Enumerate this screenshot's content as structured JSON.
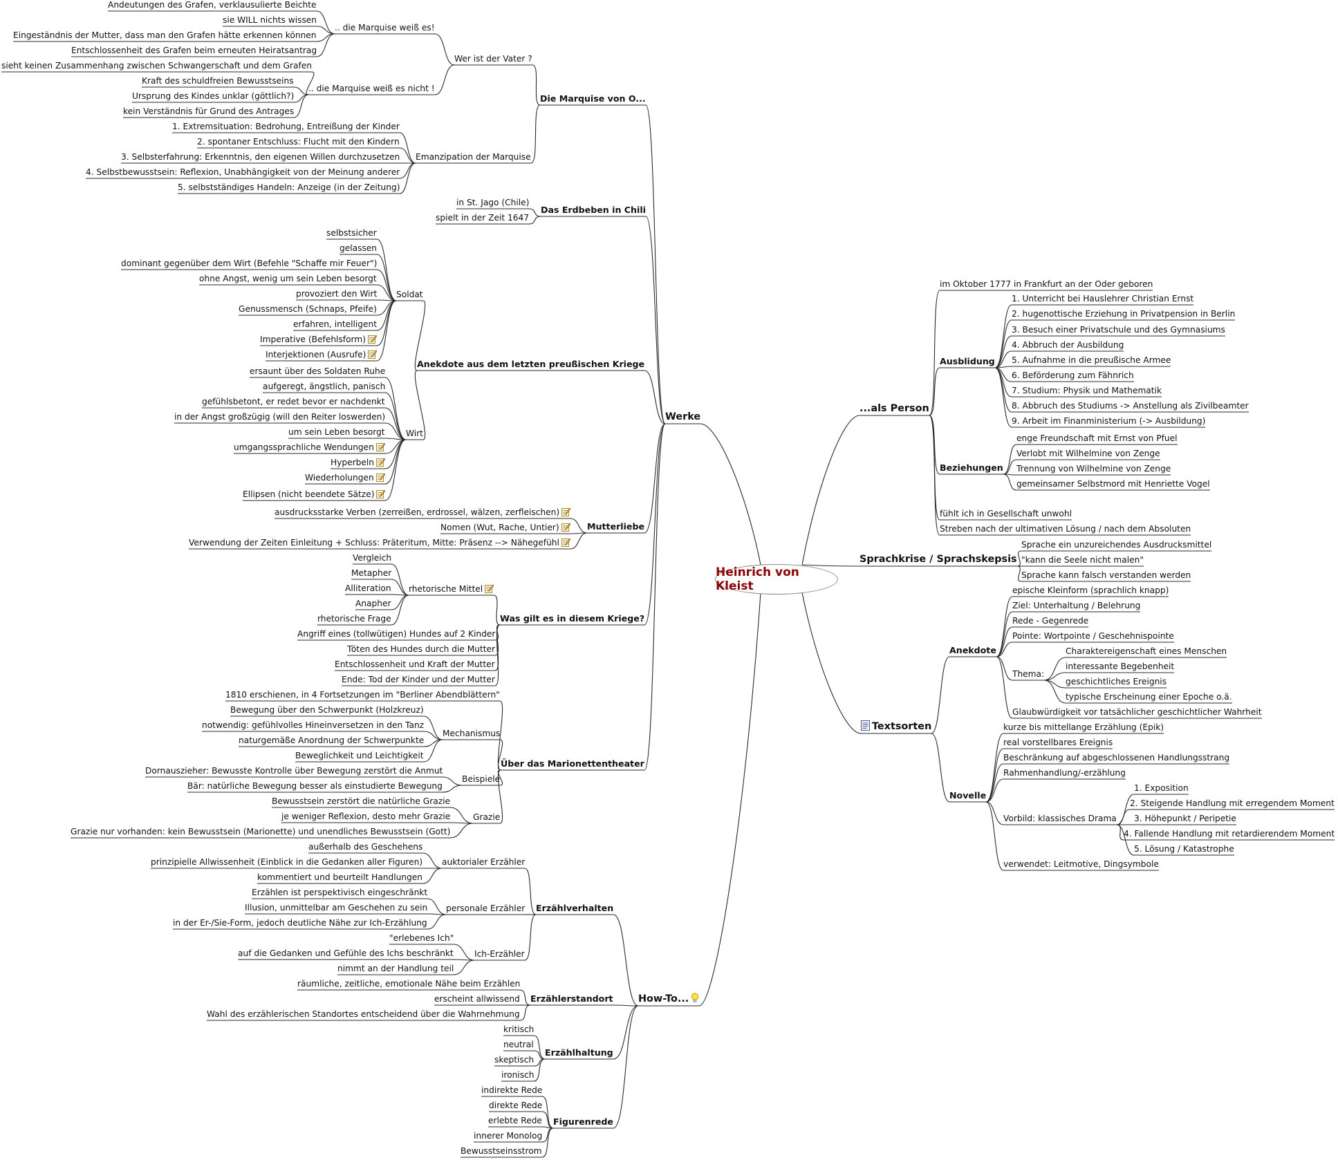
{
  "central": "Heinrich von Kleist",
  "nodes": [
    {
      "id": "werke",
      "text": "Werke",
      "parent": "central"
    },
    {
      "id": "marq",
      "text": "Die Marquise von O...",
      "parent": "werke"
    },
    {
      "id": "vater",
      "text": "Wer ist der Vater ?",
      "parent": "marq"
    },
    {
      "id": "weiss",
      "text": ".. die Marquise weiß es!",
      "parent": "vater"
    },
    {
      "id": "w1",
      "text": "Andeutungen des Grafen, verklausulierte Beichte",
      "parent": "weiss"
    },
    {
      "id": "w2",
      "text": "sie WILL nichts wissen",
      "parent": "weiss"
    },
    {
      "id": "w3",
      "text": "Eingeständnis der Mutter, dass man den Grafen hätte erkennen können",
      "parent": "weiss"
    },
    {
      "id": "w4",
      "text": "Entschlossenheit des Grafen beim erneuten Heiratsantrag",
      "parent": "weiss"
    },
    {
      "id": "nweiss",
      "text": ".. die Marquise weiß es nicht !",
      "parent": "vater"
    },
    {
      "id": "n1",
      "text": "sieht keinen Zusammenhang zwischen Schwangerschaft und dem Grafen",
      "parent": "nweiss"
    },
    {
      "id": "n2",
      "text": "Kraft des schuldfreien Bewusstseins",
      "parent": "nweiss"
    },
    {
      "id": "n3",
      "text": "Ursprung des Kindes unklar (göttlich?)",
      "parent": "nweiss"
    },
    {
      "id": "n4",
      "text": "kein Verständnis für Grund des Antrages",
      "parent": "nweiss"
    },
    {
      "id": "emanz",
      "text": "Emanzipation der Marquise",
      "parent": "marq"
    },
    {
      "id": "e1",
      "text": "1. Extremsituation: Bedrohung, Entreißung der Kinder",
      "parent": "emanz"
    },
    {
      "id": "e2",
      "text": "2. spontaner Entschluss: Flucht mit den Kindern",
      "parent": "emanz"
    },
    {
      "id": "e3",
      "text": "3. Selbsterfahrung: Erkenntnis, den eigenen Willen durchzusetzen",
      "parent": "emanz"
    },
    {
      "id": "e4",
      "text": "4. Selbstbewusstsein: Reflexion, Unabhängigkeit von der Meinung anderer",
      "parent": "emanz"
    },
    {
      "id": "e5",
      "text": "5. selbstständiges Handeln: Anzeige (in der Zeitung)",
      "parent": "emanz"
    },
    {
      "id": "erdb",
      "text": "Das Erdbeben in Chili",
      "parent": "werke"
    },
    {
      "id": "eb1",
      "text": "in St. Jago (Chile)",
      "parent": "erdb"
    },
    {
      "id": "eb2",
      "text": "spielt in der Zeit 1647",
      "parent": "erdb"
    },
    {
      "id": "anek",
      "text": "Anekdote aus dem letzten preußischen Kriege",
      "parent": "werke"
    },
    {
      "id": "sold",
      "text": "Soldat",
      "parent": "anek"
    },
    {
      "id": "s1",
      "text": "selbstsicher",
      "parent": "sold"
    },
    {
      "id": "s2",
      "text": "gelassen",
      "parent": "sold"
    },
    {
      "id": "s3",
      "text": "dominant gegenüber dem Wirt (Befehle \"Schaffe mir Feuer\")",
      "parent": "sold"
    },
    {
      "id": "s4",
      "text": "ohne Angst, wenig um sein Leben besorgt",
      "parent": "sold"
    },
    {
      "id": "s5",
      "text": "provoziert den Wirt",
      "parent": "sold"
    },
    {
      "id": "s6",
      "text": "Genussmensch (Schnaps, Pfeife)",
      "parent": "sold"
    },
    {
      "id": "s7",
      "text": "erfahren, intelligent",
      "parent": "sold"
    },
    {
      "id": "s8",
      "text": "Imperative (Befehlsform)",
      "parent": "sold",
      "icon": "note"
    },
    {
      "id": "s9",
      "text": "Interjektionen (Ausrufe)",
      "parent": "sold",
      "icon": "note"
    },
    {
      "id": "wirt",
      "text": "Wirt",
      "parent": "anek"
    },
    {
      "id": "wi1",
      "text": "ersaunt über des Soldaten Ruhe",
      "parent": "wirt"
    },
    {
      "id": "wi2",
      "text": "aufgeregt, ängstlich, panisch",
      "parent": "wirt"
    },
    {
      "id": "wi3",
      "text": "gefühlsbetont, er redet bevor er nachdenkt",
      "parent": "wirt"
    },
    {
      "id": "wi4",
      "text": "in der Angst großzügig (will den Reiter loswerden)",
      "parent": "wirt"
    },
    {
      "id": "wi5",
      "text": "um sein Leben besorgt",
      "parent": "wirt"
    },
    {
      "id": "wi6",
      "text": "umgangssprachliche Wendungen",
      "parent": "wirt",
      "icon": "note"
    },
    {
      "id": "wi7",
      "text": "Hyperbeln",
      "parent": "wirt",
      "icon": "note"
    },
    {
      "id": "wi8",
      "text": "Wiederholungen",
      "parent": "wirt",
      "icon": "note"
    },
    {
      "id": "wi9",
      "text": "Ellipsen (nicht beendete Sätze)",
      "parent": "wirt",
      "icon": "note"
    },
    {
      "id": "mutt",
      "text": "Mutterliebe",
      "parent": "werke"
    },
    {
      "id": "m1",
      "text": "ausdrucksstarke Verben (zerreißen, erdrossel, wälzen, zerfleischen)",
      "parent": "mutt",
      "icon": "note"
    },
    {
      "id": "m2",
      "text": "Nomen (Wut, Rache, Untier)",
      "parent": "mutt",
      "icon": "note"
    },
    {
      "id": "m3",
      "text": "Verwendung der Zeiten Einleitung + Schluss: Präteritum, Mitte: Präsenz  --> Nähegefühl",
      "parent": "mutt",
      "icon": "note"
    },
    {
      "id": "krieg",
      "text": "Was gilt es in diesem Kriege?",
      "parent": "werke"
    },
    {
      "id": "rhet",
      "text": "rhetorische Mittel",
      "parent": "krieg",
      "icon": "note"
    },
    {
      "id": "r1",
      "text": "Vergleich",
      "parent": "rhet"
    },
    {
      "id": "r2",
      "text": "Metapher",
      "parent": "rhet"
    },
    {
      "id": "r3",
      "text": "Alliteration",
      "parent": "rhet"
    },
    {
      "id": "r4",
      "text": "Anapher",
      "parent": "rhet"
    },
    {
      "id": "r5",
      "text": "rhetorische Frage",
      "parent": "rhet"
    },
    {
      "id": "k1",
      "text": "Angriff eines (tollwütigen) Hundes auf 2 Kinder",
      "parent": "krieg"
    },
    {
      "id": "k2",
      "text": "Töten des Hundes durch die Mutter",
      "parent": "krieg"
    },
    {
      "id": "k3",
      "text": "Entschlossenheit und Kraft der Mutter",
      "parent": "krieg"
    },
    {
      "id": "k4",
      "text": "Ende: Tod der Kinder und der Mutter",
      "parent": "krieg"
    },
    {
      "id": "mar",
      "text": "Über das Marionettentheater",
      "parent": "werke"
    },
    {
      "id": "ma0",
      "text": "1810 erschienen, in 4 Fortsetzungen im \"Berliner Abendblättern\"",
      "parent": "mar"
    },
    {
      "id": "mech",
      "text": "Mechanismus",
      "parent": "mar"
    },
    {
      "id": "me1",
      "text": "Bewegung über den Schwerpunkt (Holzkreuz)",
      "parent": "mech"
    },
    {
      "id": "me2",
      "text": "notwendig: gefühlvolles Hineinversetzen in den Tanz",
      "parent": "mech"
    },
    {
      "id": "me3",
      "text": "naturgemäße Anordnung der Schwerpunkte",
      "parent": "mech"
    },
    {
      "id": "me4",
      "text": "Beweglichkeit und Leichtigkeit",
      "parent": "mech"
    },
    {
      "id": "beis",
      "text": "Beispiele",
      "parent": "mar"
    },
    {
      "id": "b1",
      "text": "Dornauszieher: Bewusste Kontrolle über Bewegung zerstört die Anmut",
      "parent": "beis"
    },
    {
      "id": "b2",
      "text": "Bär: natürliche Bewegung besser als einstudierte Bewegung",
      "parent": "beis"
    },
    {
      "id": "graz",
      "text": "Grazie",
      "parent": "mar"
    },
    {
      "id": "g1",
      "text": "Bewusstsein zerstört die natürliche Grazie",
      "parent": "graz"
    },
    {
      "id": "g2",
      "text": "je weniger Reflexion, desto mehr Grazie",
      "parent": "graz"
    },
    {
      "id": "g3",
      "text": "Grazie nur vorhanden: kein Bewusstsein (Marionette) und unendliches Bewusstsein (Gott)",
      "parent": "graz"
    },
    {
      "id": "howto",
      "text": "How-To...",
      "parent": "central",
      "icon": "bulb"
    },
    {
      "id": "erzv",
      "text": "Erzählverhalten",
      "parent": "howto"
    },
    {
      "id": "auk",
      "text": "auktorialer Erzähler",
      "parent": "erzv"
    },
    {
      "id": "a1",
      "text": "außerhalb des Geschehens",
      "parent": "auk"
    },
    {
      "id": "a2",
      "text": "prinzipielle Allwissenheit (Einblick in die Gedanken aller Figuren)",
      "parent": "auk"
    },
    {
      "id": "a3",
      "text": "kommentiert und beurteilt Handlungen",
      "parent": "auk"
    },
    {
      "id": "pers",
      "text": "personale Erzähler",
      "parent": "erzv"
    },
    {
      "id": "p1",
      "text": "Erzählen ist perspektivisch eingeschränkt",
      "parent": "pers"
    },
    {
      "id": "p2",
      "text": "Illusion, unmittelbar am Geschehen zu sein",
      "parent": "pers"
    },
    {
      "id": "p3",
      "text": "in der Er-/Sie-Form, jedoch deutliche Nähe zur Ich-Erzählung",
      "parent": "pers"
    },
    {
      "id": "ich",
      "text": "Ich-Erzähler",
      "parent": "erzv"
    },
    {
      "id": "i1",
      "text": "\"erlebenes Ich\"",
      "parent": "ich"
    },
    {
      "id": "i2",
      "text": "auf die Gedanken und Gefühle des Ichs beschränkt",
      "parent": "ich"
    },
    {
      "id": "i3",
      "text": "nimmt an der Handlung teil",
      "parent": "ich"
    },
    {
      "id": "erzs",
      "text": "Erzählerstandort",
      "parent": "howto"
    },
    {
      "id": "es1",
      "text": "räumliche, zeitliche, emotionale Nähe beim Erzählen",
      "parent": "erzs"
    },
    {
      "id": "es2",
      "text": "erscheint allwissend",
      "parent": "erzs"
    },
    {
      "id": "es3",
      "text": "Wahl des erzählerischen Standortes entscheidend über die Wahrnehmung",
      "parent": "erzs"
    },
    {
      "id": "erzh",
      "text": "Erzählhaltung",
      "parent": "howto"
    },
    {
      "id": "h1",
      "text": "kritisch",
      "parent": "erzh"
    },
    {
      "id": "h2",
      "text": "neutral",
      "parent": "erzh"
    },
    {
      "id": "h3",
      "text": "skeptisch",
      "parent": "erzh"
    },
    {
      "id": "h4",
      "text": "ironisch",
      "parent": "erzh"
    },
    {
      "id": "fig",
      "text": "Figurenrede",
      "parent": "howto"
    },
    {
      "id": "f1",
      "text": "indirekte Rede",
      "parent": "fig"
    },
    {
      "id": "f2",
      "text": "direkte Rede",
      "parent": "fig"
    },
    {
      "id": "f3",
      "text": "erlebte Rede",
      "parent": "fig"
    },
    {
      "id": "f4",
      "text": "innerer Monolog",
      "parent": "fig"
    },
    {
      "id": "f5",
      "text": "Bewusstseinsstrom",
      "parent": "fig"
    },
    {
      "id": "pers2",
      "text": "...als Person",
      "parent": "central"
    },
    {
      "id": "ap0",
      "text": "im Oktober 1777 in Frankfurt an der Oder geboren",
      "parent": "pers2"
    },
    {
      "id": "ausb",
      "text": "Ausblidung",
      "parent": "pers2"
    },
    {
      "id": "au1",
      "text": "1. Unterricht bei Hauslehrer Christian Ernst",
      "parent": "ausb"
    },
    {
      "id": "au2",
      "text": "2. hugenottische Erziehung in Privatpension in Berlin",
      "parent": "ausb"
    },
    {
      "id": "au3",
      "text": "3. Besuch einer Privatschule und des Gymnasiums",
      "parent": "ausb"
    },
    {
      "id": "au4",
      "text": "4. Abbruch der Ausbildung",
      "parent": "ausb"
    },
    {
      "id": "au5",
      "text": "5. Aufnahme in die preußische Armee",
      "parent": "ausb"
    },
    {
      "id": "au6",
      "text": "6. Beförderung zum Fähnrich",
      "parent": "ausb"
    },
    {
      "id": "au7",
      "text": "7. Studium: Physik und Mathematik",
      "parent": "ausb"
    },
    {
      "id": "au8",
      "text": "8. Abbruch des Studiums -> Anstellung als Zivilbeamter",
      "parent": "ausb"
    },
    {
      "id": "au9",
      "text": "9. Arbeit im Finanministerium (-> Ausbildung)",
      "parent": "ausb"
    },
    {
      "id": "bez",
      "text": "Beziehungen",
      "parent": "pers2"
    },
    {
      "id": "bz1",
      "text": "enge Freundschaft mit Ernst von Pfuel",
      "parent": "bez"
    },
    {
      "id": "bz2",
      "text": "Verlobt mit Wilhelmine von Zenge",
      "parent": "bez"
    },
    {
      "id": "bz3",
      "text": "Trennung von Wilhelmine von Zenge",
      "parent": "bez"
    },
    {
      "id": "bz4",
      "text": "gemeinsamer Selbstmord mit Henriette Vogel",
      "parent": "bez"
    },
    {
      "id": "ap1",
      "text": "fühlt ich in Gesellschaft unwohl",
      "parent": "pers2"
    },
    {
      "id": "ap2",
      "text": "Streben nach der ultimativen Lösung / nach dem Absoluten",
      "parent": "pers2"
    },
    {
      "id": "spra",
      "text": "Sprachkrise / Sprachskepsis",
      "parent": "central"
    },
    {
      "id": "sp1",
      "text": "Sprache ein unzureichendes Ausdrucksmittel",
      "parent": "spra"
    },
    {
      "id": "sp2",
      "text": "\"kann die Seele nicht malen\"",
      "parent": "spra"
    },
    {
      "id": "sp3",
      "text": "Sprache kann falsch verstanden werden",
      "parent": "spra"
    },
    {
      "id": "text",
      "text": "Textsorten",
      "parent": "central",
      "icon": "doc"
    },
    {
      "id": "anek2",
      "text": "Anekdote",
      "parent": "text"
    },
    {
      "id": "an1",
      "text": "epische Kleinform (sprachlich knapp)",
      "parent": "anek2"
    },
    {
      "id": "an2",
      "text": "Ziel: Unterhaltung / Belehrung",
      "parent": "anek2"
    },
    {
      "id": "an3",
      "text": "Rede - Gegenrede",
      "parent": "anek2"
    },
    {
      "id": "an4",
      "text": "Pointe: Wortpointe / Geschehnispointe",
      "parent": "anek2"
    },
    {
      "id": "thema",
      "text": "Thema:",
      "parent": "anek2"
    },
    {
      "id": "t1",
      "text": "Charaktereigenschaft eines Menschen",
      "parent": "thema"
    },
    {
      "id": "t2",
      "text": "interessante Begebenheit",
      "parent": "thema"
    },
    {
      "id": "t3",
      "text": "geschichtliches Ereignis",
      "parent": "thema"
    },
    {
      "id": "t4",
      "text": "typische Erscheinung einer Epoche o.ä.",
      "parent": "thema"
    },
    {
      "id": "an5",
      "text": "Glaubwürdigkeit vor tatsächlicher geschichtlicher Wahrheit",
      "parent": "anek2"
    },
    {
      "id": "nov",
      "text": "Novelle",
      "parent": "text"
    },
    {
      "id": "no1",
      "text": "kurze bis mittellange Erzählung (Epik)",
      "parent": "nov"
    },
    {
      "id": "no2",
      "text": "real vorstellbares Ereignis",
      "parent": "nov"
    },
    {
      "id": "no3",
      "text": "Beschränkung auf abgeschlossenen Handlungsstrang",
      "parent": "nov"
    },
    {
      "id": "no4",
      "text": "Rahmenhandlung/-erzählung",
      "parent": "nov"
    },
    {
      "id": "vorb",
      "text": "Vorbild: klassisches Drama",
      "parent": "nov"
    },
    {
      "id": "v1",
      "text": "1. Exposition",
      "parent": "vorb"
    },
    {
      "id": "v2",
      "text": "2. Steigende Handlung mit erregendem Moment",
      "parent": "vorb"
    },
    {
      "id": "v3",
      "text": "3. Höhepunkt / Peripetie",
      "parent": "vorb"
    },
    {
      "id": "v4",
      "text": "4. Fallende Handlung mit retardierendem Moment",
      "parent": "vorb"
    },
    {
      "id": "v5",
      "text": "5. Lösung / Katastrophe",
      "parent": "vorb"
    },
    {
      "id": "no5",
      "text": "verwendet: Leitmotive, Dingsymbole",
      "parent": "nov"
    }
  ]
}
